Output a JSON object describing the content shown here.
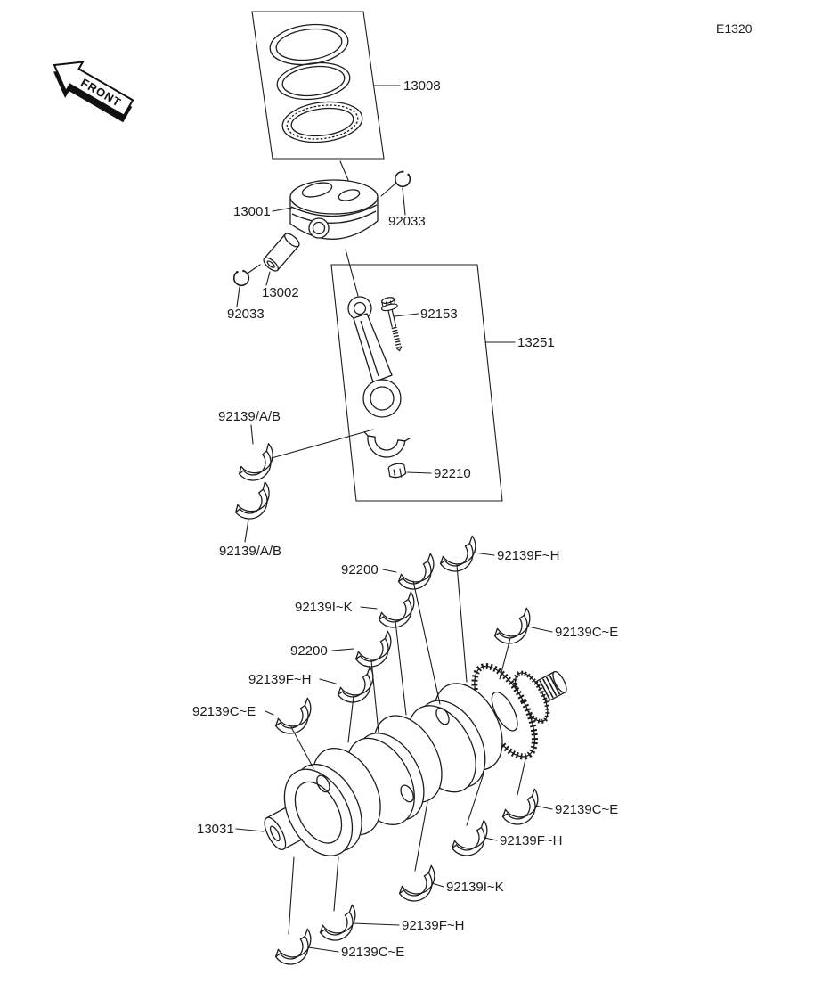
{
  "diagram": {
    "code": "E1320",
    "front_label": "FRONT"
  },
  "callouts": {
    "piston_ring_set": "13008",
    "piston": "13001",
    "piston_pin_clip_right": "92033",
    "piston_pin": "13002",
    "piston_pin_clip_left": "92033",
    "connecting_rod_bolt": "92153",
    "connecting_rod": "13251",
    "rod_bearing_upper": "92139/A/B",
    "rod_nut": "92210",
    "rod_bearing_lower": "92139/A/B",
    "main_92200_a": "92200",
    "main_fh_a": "92139F~H",
    "main_ik_a": "92139I~K",
    "main_ce_a": "92139C~E",
    "main_92200_b": "92200",
    "main_fh_b": "92139F~H",
    "main_ce_b": "92139C~E",
    "crankshaft": "13031",
    "main_ce_c": "92139C~E",
    "main_fh_c": "92139F~H",
    "main_ik_b": "92139I~K",
    "main_fh_d": "92139F~H",
    "main_ce_d": "92139C~E"
  }
}
